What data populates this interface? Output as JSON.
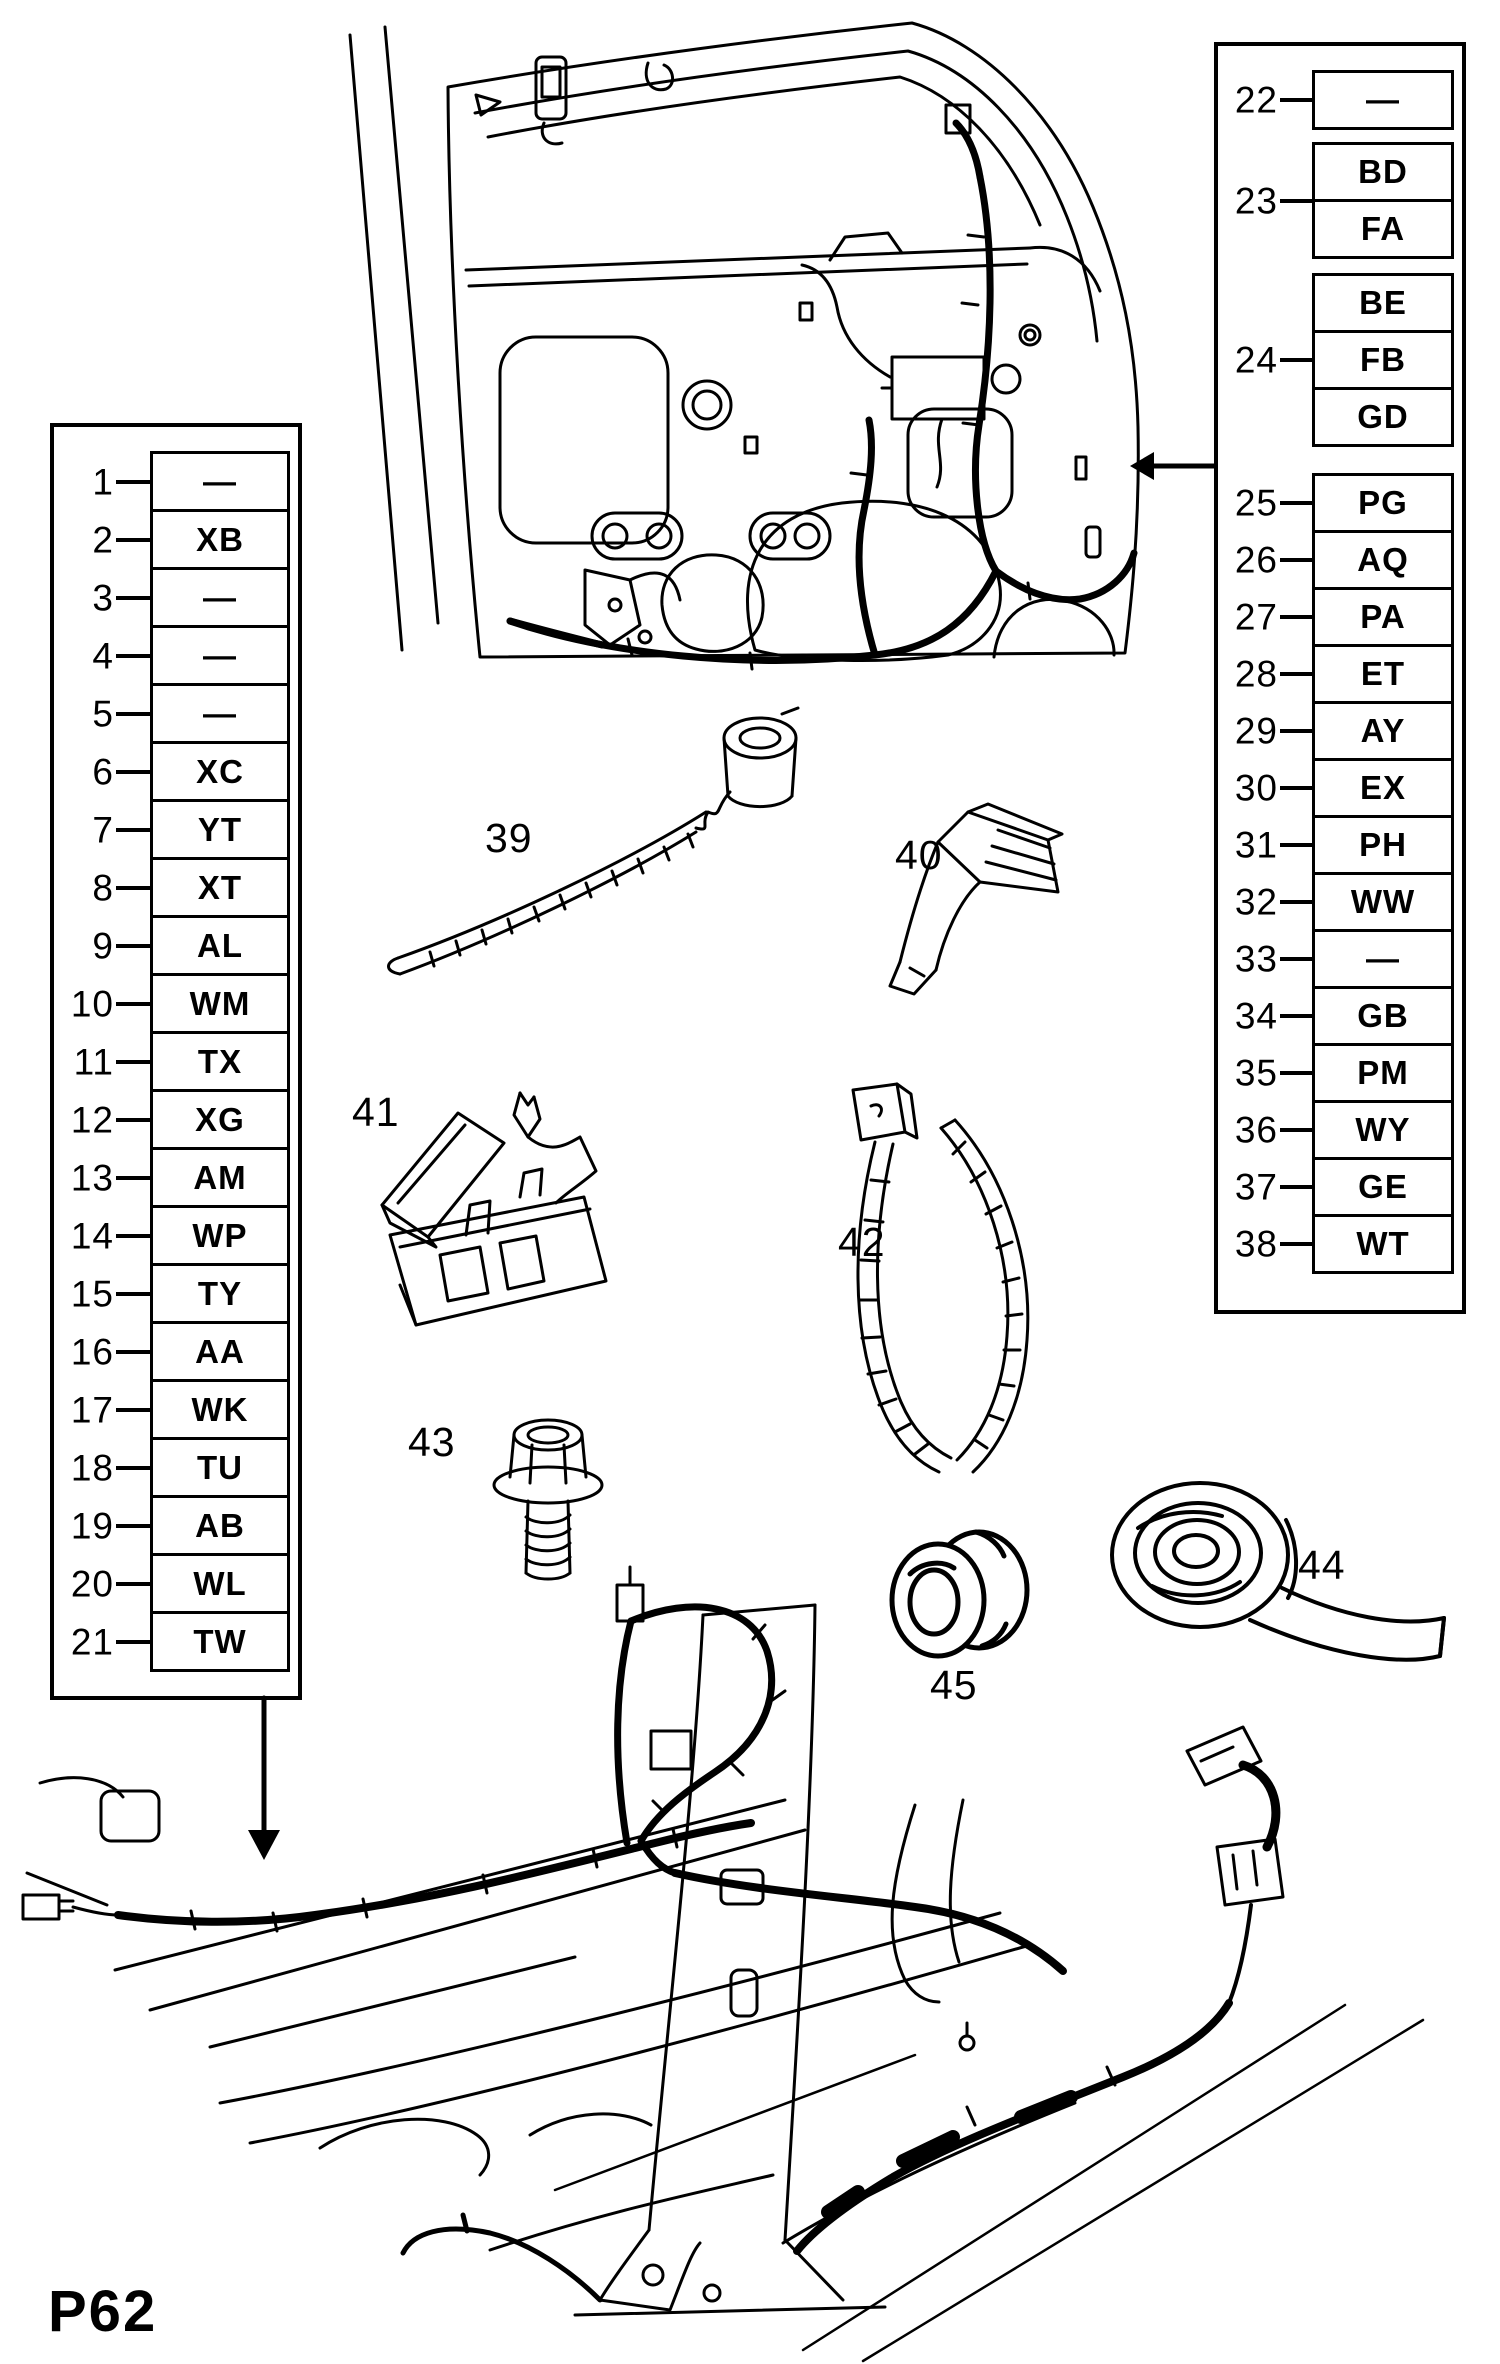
{
  "page": {
    "code": "P62"
  },
  "left_table": {
    "rows": [
      {
        "num": "1",
        "code": "—"
      },
      {
        "num": "2",
        "code": "XB"
      },
      {
        "num": "3",
        "code": "—"
      },
      {
        "num": "4",
        "code": "—"
      },
      {
        "num": "5",
        "code": "—"
      },
      {
        "num": "6",
        "code": "XC"
      },
      {
        "num": "7",
        "code": "YT"
      },
      {
        "num": "8",
        "code": "XT"
      },
      {
        "num": "9",
        "code": "AL"
      },
      {
        "num": "10",
        "code": "WM"
      },
      {
        "num": "11",
        "code": "TX"
      },
      {
        "num": "12",
        "code": "XG"
      },
      {
        "num": "13",
        "code": "AM"
      },
      {
        "num": "14",
        "code": "WP"
      },
      {
        "num": "15",
        "code": "TY"
      },
      {
        "num": "16",
        "code": "AA"
      },
      {
        "num": "17",
        "code": "WK"
      },
      {
        "num": "18",
        "code": "TU"
      },
      {
        "num": "19",
        "code": "AB"
      },
      {
        "num": "20",
        "code": "WL"
      },
      {
        "num": "21",
        "code": "TW"
      }
    ]
  },
  "right_table": {
    "groups": [
      {
        "num": "22",
        "codes": [
          "—"
        ],
        "gap_after": 12
      },
      {
        "num": "23",
        "codes": [
          "BD",
          "FA"
        ],
        "gap_after": 14
      },
      {
        "num": "24",
        "codes": [
          "BE",
          "FB",
          "GD"
        ],
        "gap_after": 26
      },
      {
        "num": "25",
        "codes": [
          "PG"
        ],
        "gap_after": -3
      },
      {
        "num": "26",
        "codes": [
          "AQ"
        ],
        "gap_after": -3
      },
      {
        "num": "27",
        "codes": [
          "PA"
        ],
        "gap_after": -3
      },
      {
        "num": "28",
        "codes": [
          "ET"
        ],
        "gap_after": -3
      },
      {
        "num": "29",
        "codes": [
          "AY"
        ],
        "gap_after": -3
      },
      {
        "num": "30",
        "codes": [
          "EX"
        ],
        "gap_after": -3
      },
      {
        "num": "31",
        "codes": [
          "PH"
        ],
        "gap_after": -3
      },
      {
        "num": "32",
        "codes": [
          "WW"
        ],
        "gap_after": -3
      },
      {
        "num": "33",
        "codes": [
          "—"
        ],
        "gap_after": -3
      },
      {
        "num": "34",
        "codes": [
          "GB"
        ],
        "gap_after": -3
      },
      {
        "num": "35",
        "codes": [
          "PM"
        ],
        "gap_after": -3
      },
      {
        "num": "36",
        "codes": [
          "WY"
        ],
        "gap_after": -3
      },
      {
        "num": "37",
        "codes": [
          "GE"
        ],
        "gap_after": -3
      },
      {
        "num": "38",
        "codes": [
          "WT"
        ],
        "gap_after": 0
      }
    ]
  },
  "part_labels": {
    "p39": "39",
    "p40": "40",
    "p41": "41",
    "p42": "42",
    "p43": "43",
    "p44": "44",
    "p45": "45"
  },
  "colors": {
    "ink": "#000000",
    "paper": "#ffffff"
  }
}
